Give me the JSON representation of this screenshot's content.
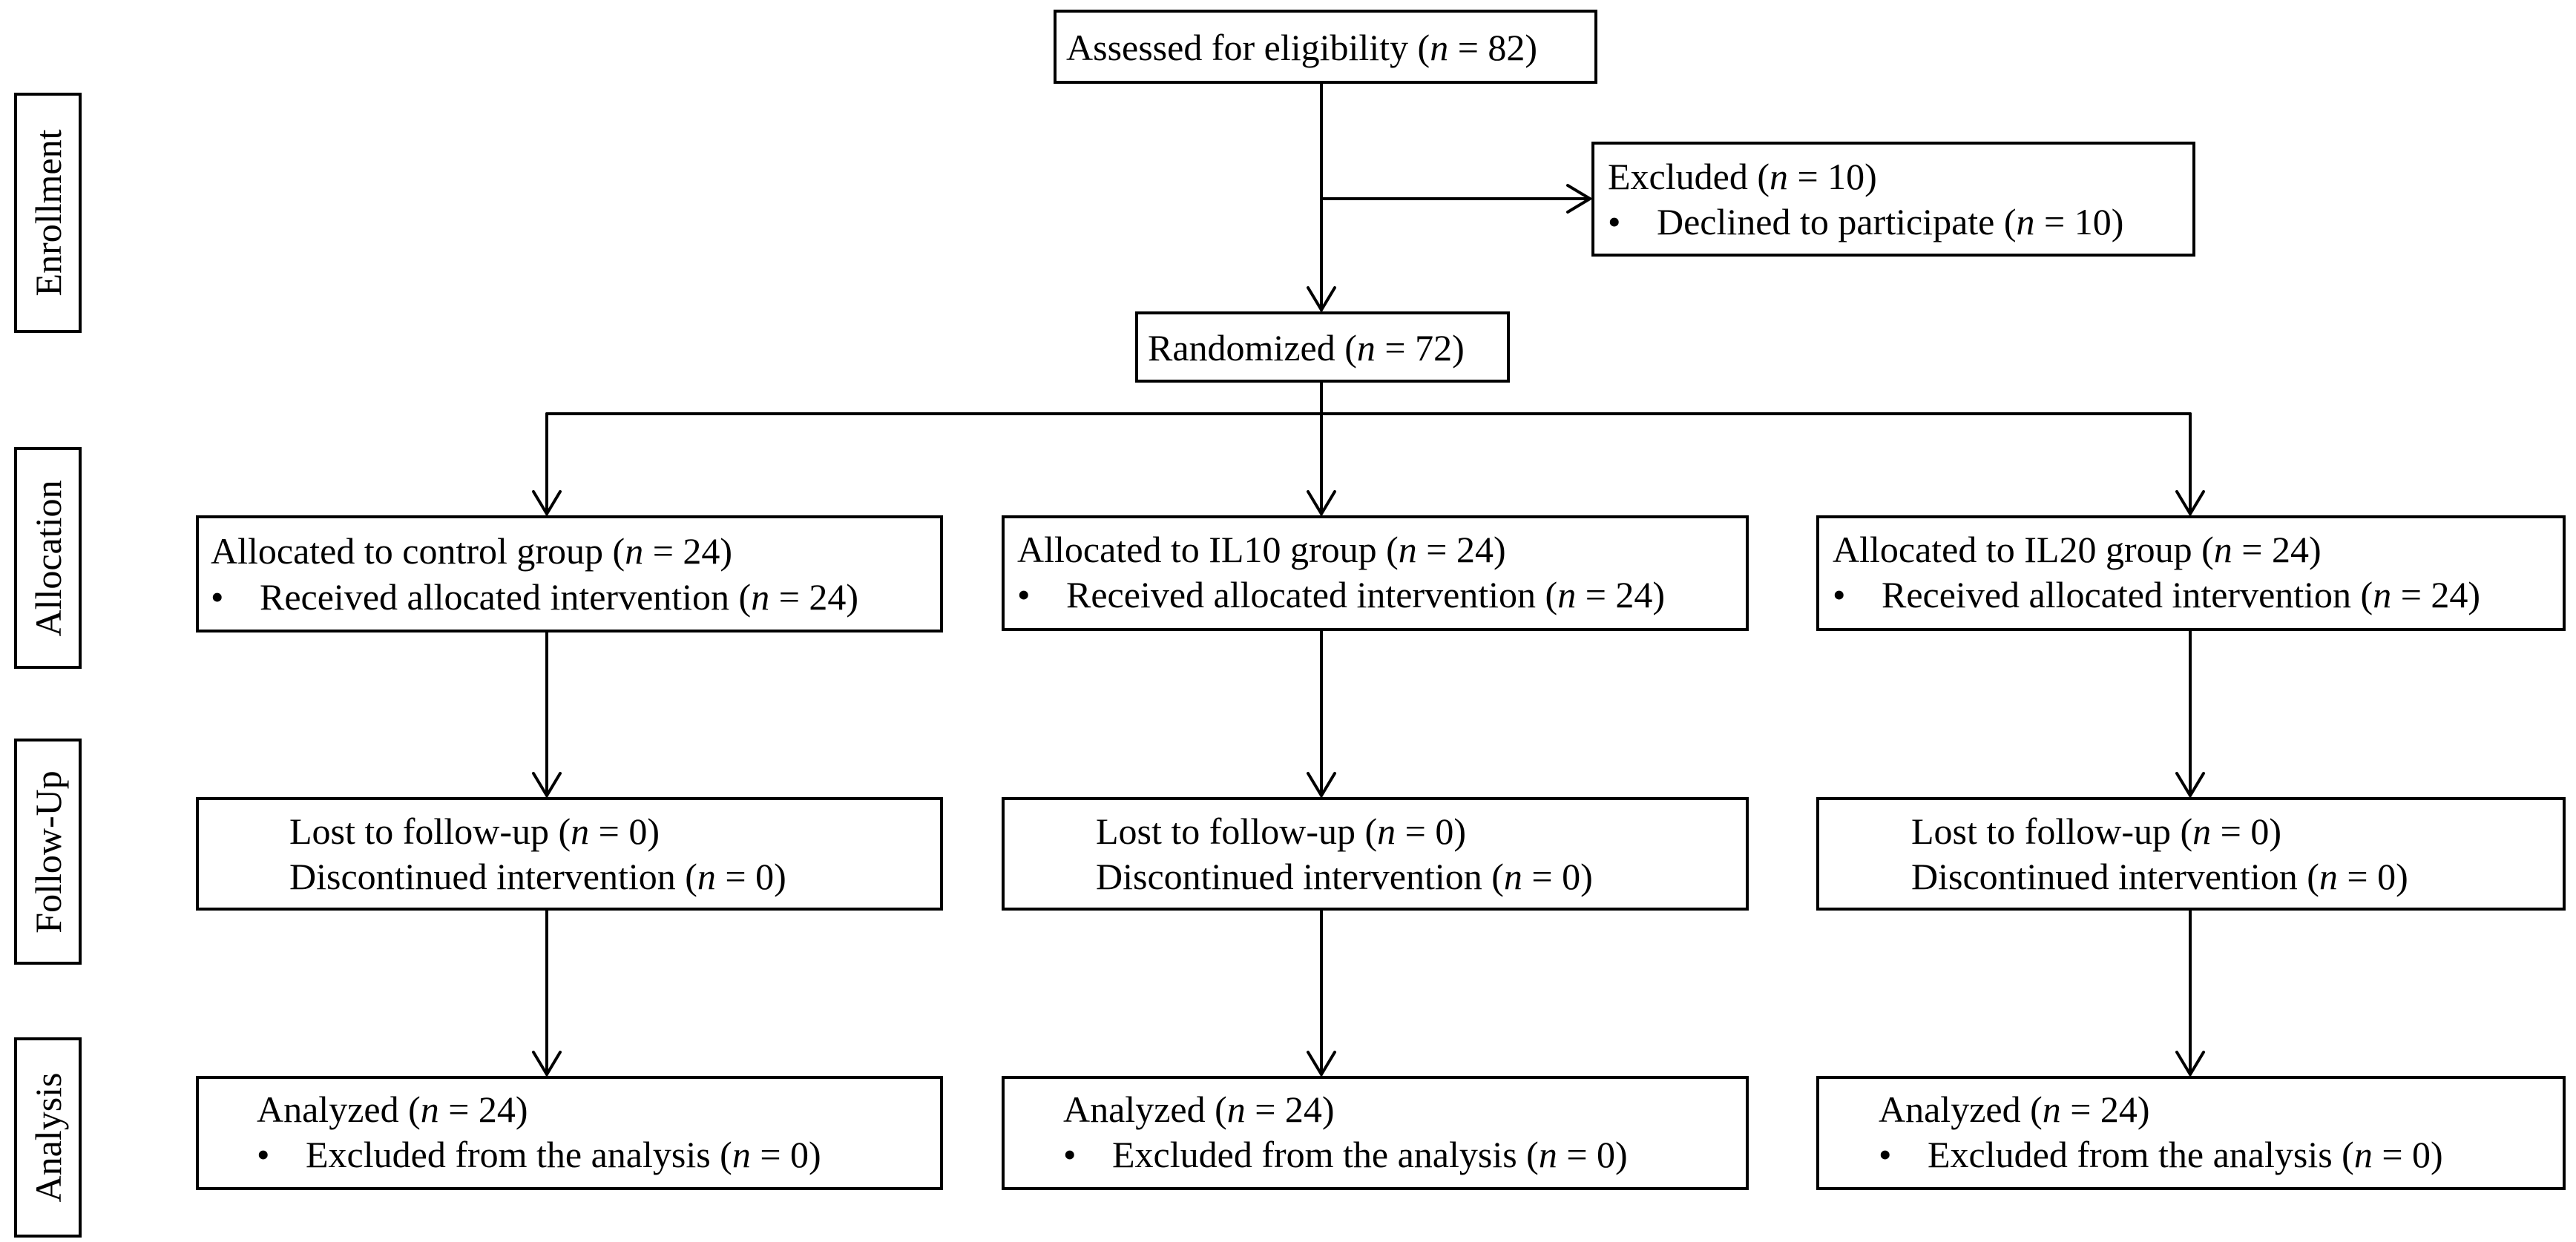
{
  "phases": {
    "enrollment": "Enrollment",
    "allocation": "Allocation",
    "followup": "Follow-Up",
    "analysis": "Analysis"
  },
  "enrollment": {
    "assessed": {
      "label": "Assessed for eligibility (",
      "n_symbol": "n",
      "n_text": " = 82)"
    },
    "excluded": {
      "label": "Excluded (",
      "n_symbol": "n",
      "n_text": " = 10)"
    },
    "declined": {
      "bullet": "•",
      "label": "Declined to participate (",
      "n_symbol": "n",
      "n_text": " = 10)"
    },
    "randomized": {
      "label": "Randomized (",
      "n_symbol": "n",
      "n_text": " = 72)"
    }
  },
  "groups": [
    {
      "allocated": {
        "label": "Allocated to control group (",
        "n_symbol": "n",
        "n_text": " = 24)"
      },
      "received": {
        "bullet": "•",
        "label": "Received allocated intervention (",
        "n_symbol": "n",
        "n_text": " = 24)"
      },
      "lost": {
        "label": "Lost to follow-up (",
        "n_symbol": "n",
        "n_text": " = 0)"
      },
      "discontinued": {
        "label": "Discontinued intervention (",
        "n_symbol": "n",
        "n_text": " = 0)"
      },
      "analyzed": {
        "label": "Analyzed (",
        "n_symbol": "n",
        "n_text": " = 24)"
      },
      "excluded": {
        "bullet": "•",
        "label": "Excluded from the analysis (",
        "n_symbol": "n",
        "n_text": " = 0)"
      }
    },
    {
      "allocated": {
        "label": "Allocated to IL10 group (",
        "n_symbol": "n",
        "n_text": " = 24)"
      },
      "received": {
        "bullet": "•",
        "label": "Received allocated intervention (",
        "n_symbol": "n",
        "n_text": " = 24)"
      },
      "lost": {
        "label": "Lost to follow-up (",
        "n_symbol": "n",
        "n_text": " = 0)"
      },
      "discontinued": {
        "label": "Discontinued intervention (",
        "n_symbol": "n",
        "n_text": " = 0)"
      },
      "analyzed": {
        "label": "Analyzed (",
        "n_symbol": "n",
        "n_text": " = 24)"
      },
      "excluded": {
        "bullet": "•",
        "label": "Excluded from the analysis (",
        "n_symbol": "n",
        "n_text": " = 0)"
      }
    },
    {
      "allocated": {
        "label": "Allocated to IL20 group (",
        "n_symbol": "n",
        "n_text": " = 24)"
      },
      "received": {
        "bullet": "•",
        "label": "Received allocated intervention (",
        "n_symbol": "n",
        "n_text": " = 24)"
      },
      "lost": {
        "label": "Lost to follow-up (",
        "n_symbol": "n",
        "n_text": " = 0)"
      },
      "discontinued": {
        "label": "Discontinued intervention (",
        "n_symbol": "n",
        "n_text": " = 0)"
      },
      "analyzed": {
        "label": "Analyzed (",
        "n_symbol": "n",
        "n_text": " = 24)"
      },
      "excluded": {
        "bullet": "•",
        "label": "Excluded from the analysis (",
        "n_symbol": "n",
        "n_text": " = 0)"
      }
    }
  ]
}
